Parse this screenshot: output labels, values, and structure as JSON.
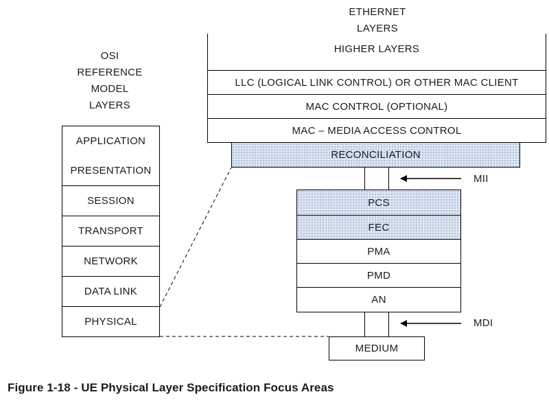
{
  "osi": {
    "title": [
      "OSI",
      "REFERENCE",
      "MODEL",
      "LAYERS"
    ],
    "layers": [
      "APPLICATION",
      "PRESENTATION",
      "SESSION",
      "TRANSPORT",
      "NETWORK",
      "DATA LINK",
      "PHYSICAL"
    ]
  },
  "ethernet": {
    "title": [
      "ETHERNET",
      "LAYERS"
    ],
    "higher": "HIGHER LAYERS",
    "llc": "LLC (LOGICAL LINK CONTROL) OR OTHER MAC CLIENT",
    "mac_control": "MAC CONTROL (OPTIONAL)",
    "mac": "MAC – MEDIA ACCESS CONTROL",
    "reconciliation": "RECONCILIATION"
  },
  "phy": [
    "PCS",
    "FEC",
    "PMA",
    "PMD",
    "AN"
  ],
  "interfaces": {
    "mii": "MII",
    "mdi": "MDI"
  },
  "medium": "MEDIUM",
  "caption": "Figure 1-18 - UE Physical Layer Specification Focus Areas"
}
